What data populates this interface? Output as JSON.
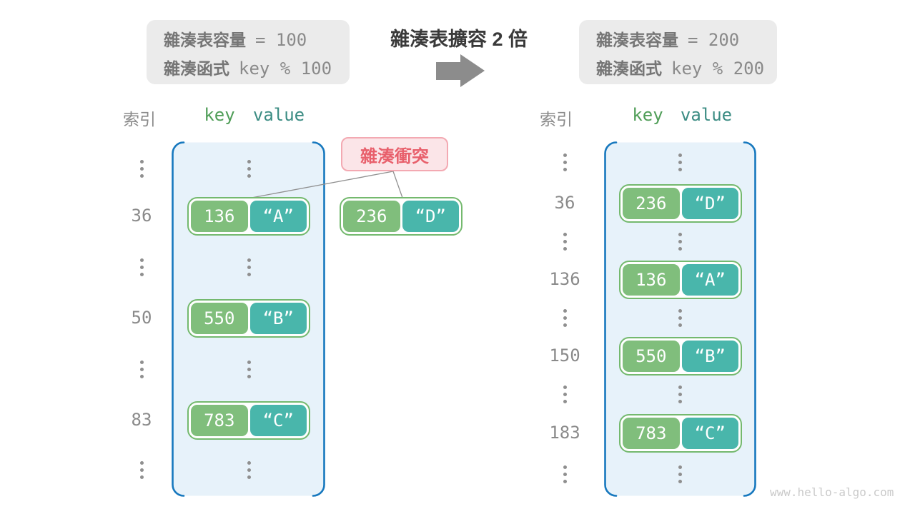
{
  "info_before": {
    "line1_label": "雜湊表容量",
    "line1_value": "= 100",
    "line2_label": "雜湊函式",
    "line2_value": "key % 100"
  },
  "info_after": {
    "line1_label": "雜湊表容量",
    "line1_value": "= 200",
    "line2_label": "雜湊函式",
    "line2_value": "key % 200"
  },
  "title": "雜湊表擴容 2 倍",
  "collision_label": "雜湊衝突",
  "left_table": {
    "headers": {
      "index": "索引",
      "key": "key",
      "value": "value"
    },
    "rows": [
      {
        "index": "36",
        "key": "136",
        "value": "“A”"
      },
      {
        "index": "50",
        "key": "550",
        "value": "“B”"
      },
      {
        "index": "83",
        "key": "783",
        "value": "“C”"
      }
    ]
  },
  "external_pair": {
    "key": "236",
    "value": "“D”"
  },
  "right_table": {
    "headers": {
      "index": "索引",
      "key": "key",
      "value": "value"
    },
    "rows": [
      {
        "index": "36",
        "key": "236",
        "value": "“D”"
      },
      {
        "index": "136",
        "key": "136",
        "value": "“A”"
      },
      {
        "index": "150",
        "key": "550",
        "value": "“B”"
      },
      {
        "index": "183",
        "key": "783",
        "value": "“C”"
      }
    ]
  },
  "watermark": "www.hello-algo.com",
  "colors": {
    "key_green": "#80BE7C",
    "value_teal": "#49B6AB",
    "pair_border_green": "#74B96E",
    "table_border_blue": "#1778BE",
    "table_fill_blue": "#E7F2FA",
    "collision_pink_bg": "#FBE5E8",
    "collision_pink_border": "#F3A9B2",
    "collision_pink_text": "#E8606C",
    "info_gray_bg": "#EBEBEB",
    "gray_text": "#8A8A8A",
    "arrow_gray": "#8C8C8C"
  }
}
